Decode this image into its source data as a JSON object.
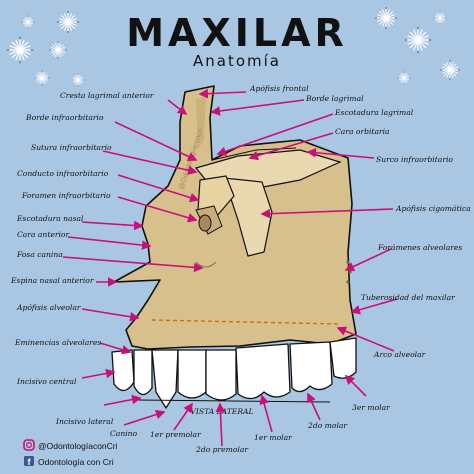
{
  "title": "MAXILAR",
  "subtitle": "Anatomía",
  "view_label": "VISTA LATERAL",
  "watermark": "@Odontologíaconcri",
  "labels": {
    "cresta_lagrimal_anterior": "Cresta lagrimal anterior",
    "apofisis_frontal": "Apófisis frontal",
    "borde_lagrimal": "Borde lagrimal",
    "borde_infraorbitario": "Borde infraorbitario",
    "escotadura_lagrimal": "Escotadura lagrimal",
    "cara_orbitaria": "Cara orbitaria",
    "sutura_infraorbitario": "Sutura infraorbitario",
    "surco_infraorbitario": "Surco infraorbitario",
    "conducto_infraorbitario": "Conducto infraorbitario",
    "foramen_infraorbitario": "Foramen infraorbitario",
    "apofisis_cigomatica": "Apófisis cigomática",
    "escotadura_nasal": "Escotadura nasal",
    "cara_anterior": "Cara anterior",
    "foraminas_alveolares": "Forámenes alveolares",
    "fosa_canina": "Fosa canina",
    "espina_nasal_anterior": "Espina nasal anterior",
    "tuberosidad_maxilar": "Tuberosidad del maxilar",
    "apofisis_alveolar": "Apófisis alveolar",
    "eminencias_alveolares": "Eminencias alveolares",
    "arco_alveolar": "Arco alveolar",
    "incisivo_central": "Incisivo central",
    "tercer_molar": "3er molar",
    "incisivo_lateral": "Incisivo lateral",
    "segundo_molar": "2do molar",
    "canino": "Canino",
    "primer_premolar": "1er premolar",
    "primer_molar": "1er molar",
    "segundo_premolar": "2do premolar"
  },
  "social": {
    "instagram": "@OdontologíaconCri",
    "facebook": "Odontología con Cri"
  },
  "colors": {
    "background": "#a9c6e3",
    "bone": "#d8c08c",
    "bone_shade": "#c7ab72",
    "leader": "#c8107a",
    "alveolar_line": "#d46a1a",
    "tooth": "#ffffff"
  },
  "icons": [
    "sparkle-icon",
    "instagram-icon",
    "facebook-icon"
  ]
}
